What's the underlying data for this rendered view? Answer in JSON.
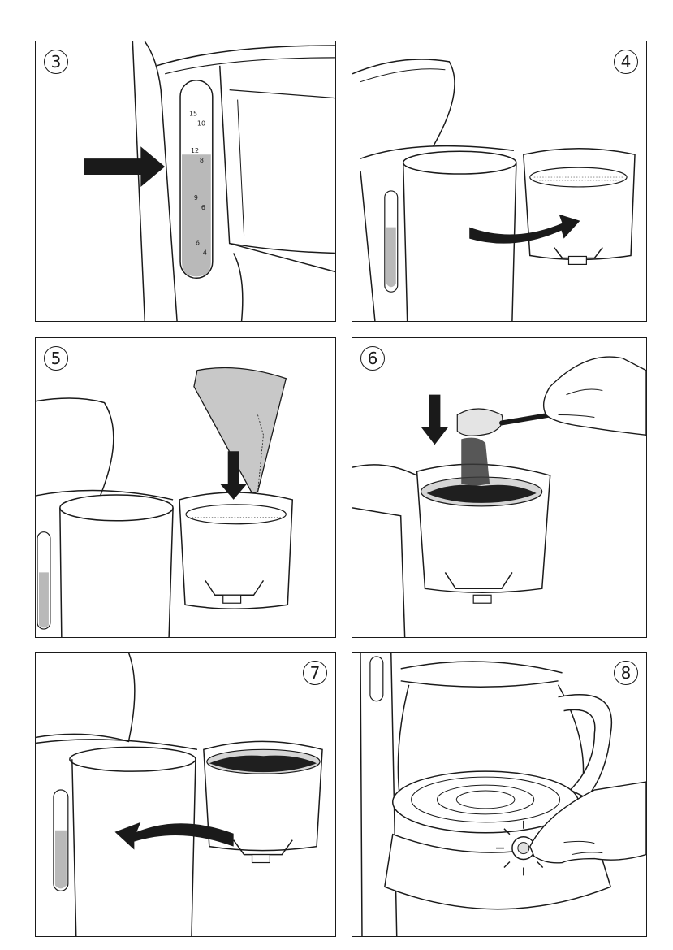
{
  "steps": [
    {
      "number": "3"
    },
    {
      "number": "4"
    },
    {
      "number": "5"
    },
    {
      "number": "6"
    },
    {
      "number": "7"
    },
    {
      "number": "8"
    }
  ],
  "water_gauge": {
    "marks": [
      "15",
      "10",
      "12",
      "8",
      "9",
      "6",
      "6",
      "4"
    ]
  }
}
